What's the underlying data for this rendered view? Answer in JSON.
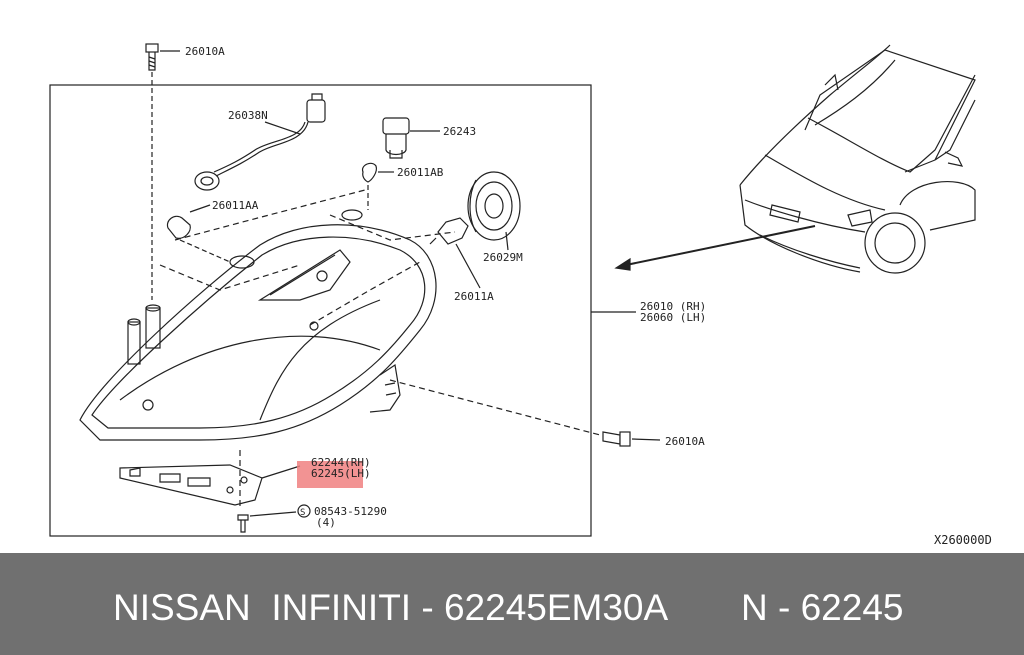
{
  "diagram_id": "X260000D",
  "labels": {
    "bolt_top": "26010A",
    "harness": "26038N",
    "socket": "26243",
    "bulb_ab": "26011AB",
    "bulb_aa": "26011AA",
    "cover": "26029M",
    "bulb_a": "26011A",
    "lamp_rh": "26010 (RH)",
    "lamp_lh": "26060 (LH)",
    "bolt_right": "26010A",
    "bracket_rh": "62244(RH)",
    "bracket_lh": "62245(LH)",
    "screw_symbol": "S",
    "screw": "08543-51290",
    "screw_qty": "(4)"
  },
  "colors": {
    "line": "#222222",
    "highlight": "#f08080",
    "footer_bg": "#707070",
    "footer_text": "#ffffff"
  },
  "footer": {
    "brand": "NISSAN  INFINITI - 62245EM30A",
    "code": "N - 62245"
  }
}
